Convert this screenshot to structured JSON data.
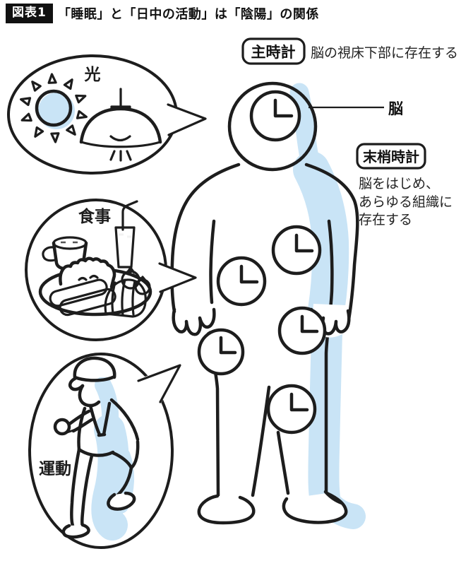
{
  "figure_header": {
    "badge": "図表1",
    "title": "「睡眠」と「日中の活動」は「陰陽」の関係"
  },
  "annotations": {
    "master_clock": {
      "label": "主時計",
      "description": "脳の視床下部に存在する"
    },
    "brain": {
      "label": "脳"
    },
    "peripheral_clock": {
      "label": "末梢時計",
      "description_lines": [
        "脳をはじめ、",
        "あらゆる組織に",
        "存在する"
      ]
    }
  },
  "cue_bubbles": [
    {
      "id": "light",
      "label": "光",
      "icons": [
        "sun-icon",
        "pendant-lamp-icon"
      ]
    },
    {
      "id": "meal",
      "label": "食事",
      "icons": [
        "cup-icon",
        "drink-glass-icon",
        "meal-plate-icon"
      ]
    },
    {
      "id": "exercise",
      "label": "運動",
      "icons": [
        "walking-person-icon"
      ]
    }
  ],
  "body_figure": {
    "clock_count": 6
  },
  "colors": {
    "line_black": "#1d1d1d",
    "shade_blue": "#c9e4f6",
    "food_blue": "#d3e8f8",
    "berry_gray_blue": "#a6bcd1",
    "glass_gray": "#b3b3b3",
    "badge_black": "#111111"
  }
}
